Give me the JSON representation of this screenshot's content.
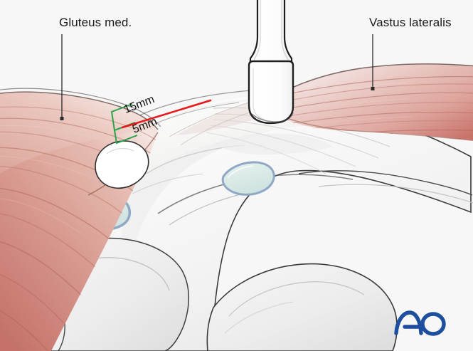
{
  "figure": {
    "kind": "medical-illustration",
    "subject": "Lateral hip / proximal femur exposure with osteotome",
    "background_color": "#f7f7f7"
  },
  "labels": {
    "gluteus": "Gluteus med.",
    "vastus": "Vastus lateralis"
  },
  "measurements": [
    {
      "id": "upper",
      "text": "15mm"
    },
    {
      "id": "lower",
      "text": "5mm"
    }
  ],
  "annotations": {
    "osteotomy_line_color": "#e8191b",
    "measurement_bracket_color": "#2aa34a",
    "leader_line_color": "#2b2b2b"
  },
  "anatomy": {
    "muscle_fill_light": "#e8bcb3",
    "muscle_fill_mid": "#d99b90",
    "muscle_fill_deep": "#c8776c",
    "muscle_stripe": "#b46a60",
    "bone_fill": "#fbfbfb",
    "bone_shade": "#e9e9e9",
    "bone_outline": "#3a3a3a",
    "cartilage_fill": "#daeae8",
    "cartilage_rim": "#8fa8c4",
    "instrument_fill": "#ffffff",
    "instrument_outline": "#1e1e1e"
  },
  "brand": {
    "name": "AO",
    "color": "#1d4f9e"
  }
}
